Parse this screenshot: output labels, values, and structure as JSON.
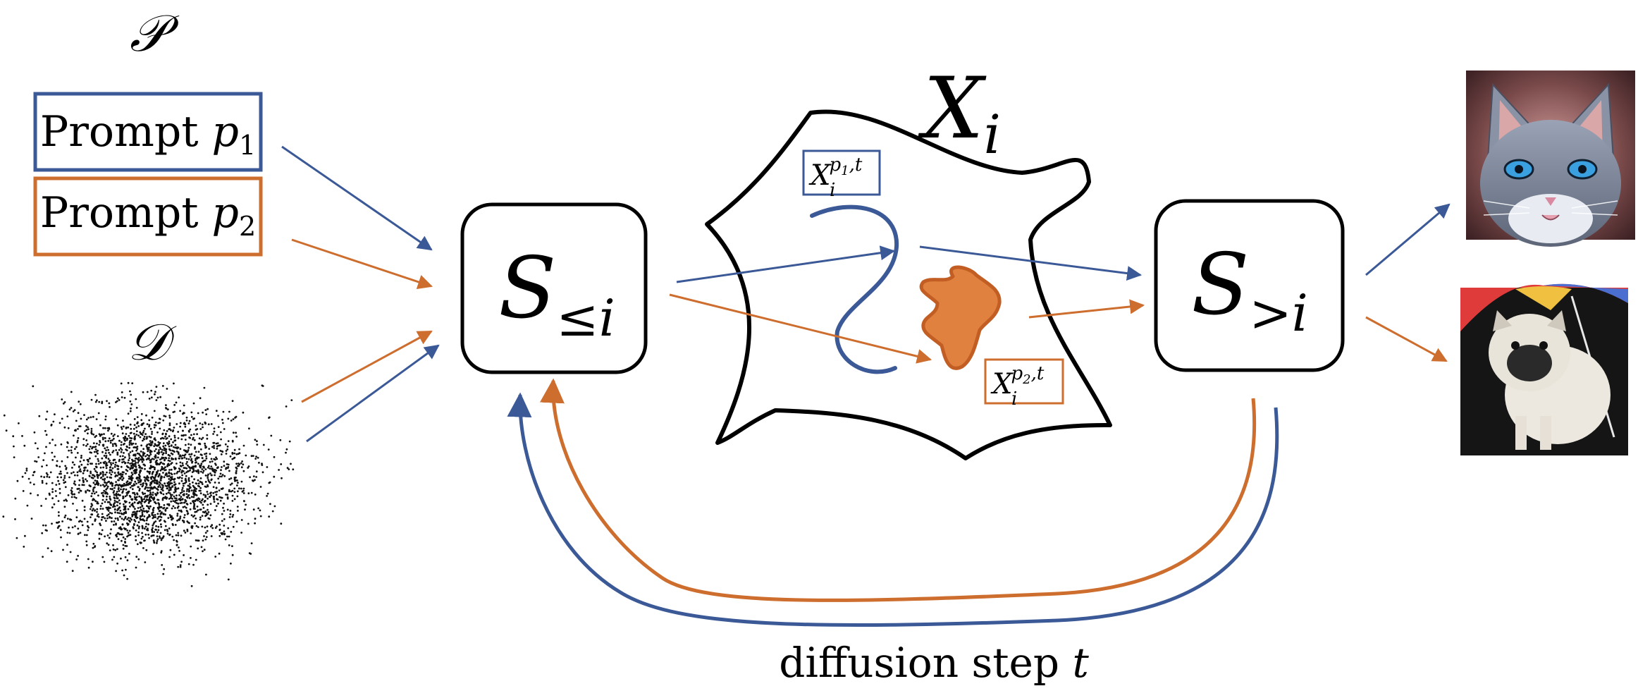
{
  "distributions": {
    "prompts_symbol": "𝒫",
    "data_symbol": "𝒟"
  },
  "prompts": [
    {
      "word": "Prompt",
      "var": "p",
      "sub": "1",
      "color": "#3b5996"
    },
    {
      "word": "Prompt",
      "var": "p",
      "sub": "2",
      "color": "#cd6d2e"
    }
  ],
  "blocks": {
    "early": {
      "base": "S",
      "sub_op": "≤",
      "sub_var": "i"
    },
    "late": {
      "base": "S",
      "sub_op": ">",
      "sub_var": "i"
    }
  },
  "space": {
    "base": "X",
    "sub": "i",
    "label_p1": {
      "base": "X",
      "sub": "i",
      "sup_var": "p",
      "sup_sub": "1",
      "sup_rest": ",t"
    },
    "label_p2": {
      "base": "X",
      "sub": "i",
      "sup_var": "p",
      "sup_sub": "2",
      "sup_rest": ",t"
    }
  },
  "loop": {
    "text": "diffusion step",
    "var": "t"
  },
  "outputs": [
    "cat-painting",
    "bulldog-umbrella-painting"
  ],
  "colors": {
    "blue": "#3b5996",
    "orange": "#cd6d2e",
    "black": "#000000",
    "blob": "#e0813f"
  }
}
